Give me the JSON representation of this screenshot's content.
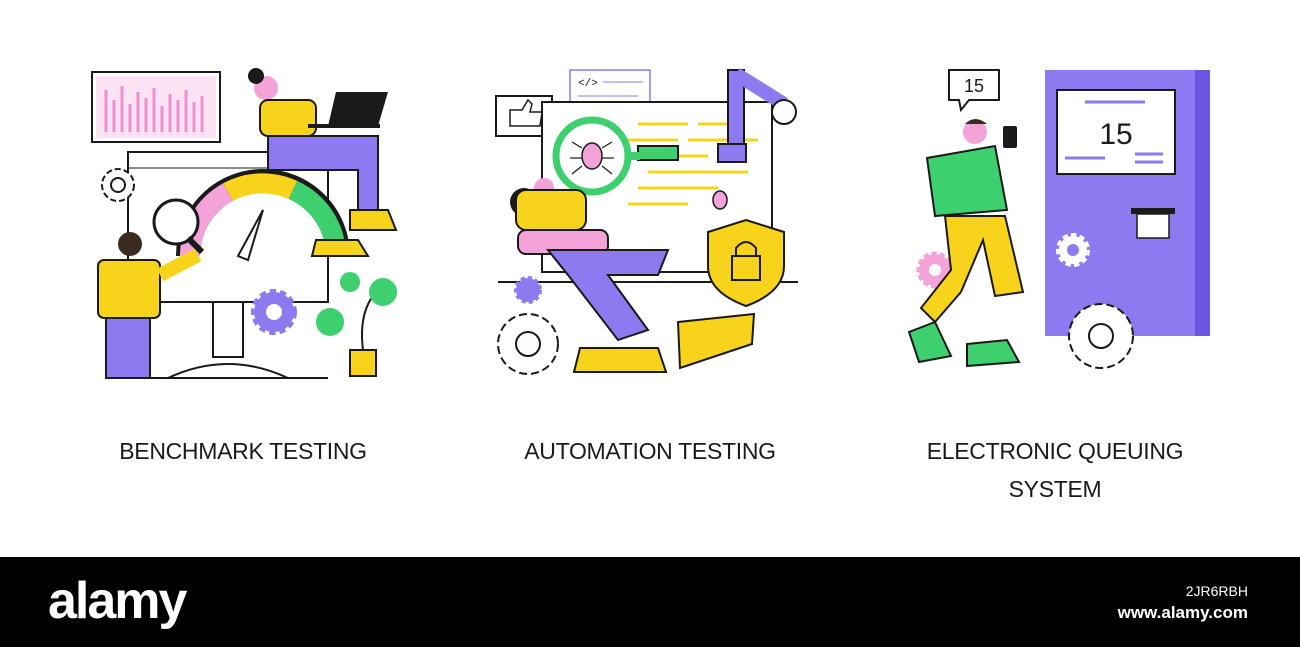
{
  "panels": [
    {
      "caption": "BENCHMARK TESTING"
    },
    {
      "caption": "AUTOMATION TESTING"
    },
    {
      "caption_line1": "ELECTRONIC QUEUING",
      "caption_line2": "SYSTEM",
      "phone_bubble": "15",
      "screen_number": "15"
    }
  ],
  "footer": {
    "logo": "alamy",
    "image_id": "2JR6RBH",
    "site": "www.alamy.com"
  },
  "colors": {
    "purple": "#8e79f0",
    "yellow": "#f7d31c",
    "green": "#3ecf6e",
    "pink": "#f4a3d8",
    "outline": "#1a1a1a",
    "footer_bg": "#000000"
  },
  "icons": [
    "bar-chart-icon",
    "magnifier-icon",
    "gear-icon",
    "gauge-icon",
    "laptop-icon",
    "thumbs-up-icon",
    "code-icon",
    "bug-icon",
    "shield-lock-icon",
    "robot-arm-icon",
    "phone-icon",
    "ticket-icon",
    "plant-icon"
  ]
}
